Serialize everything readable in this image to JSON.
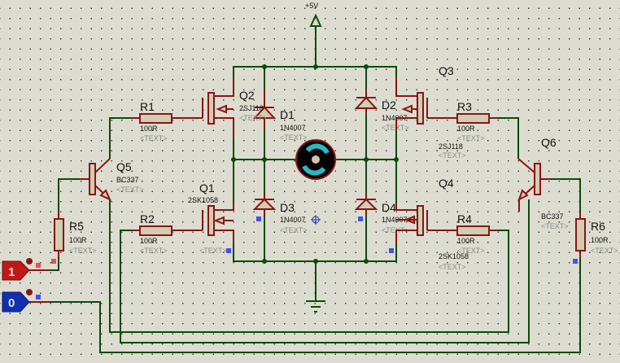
{
  "power": {
    "label": "+5V"
  },
  "motor": {
    "name": "DC motor",
    "colors": {
      "body": "#000000",
      "ring": "#2bb8c4",
      "hub": "#d9c2a8"
    }
  },
  "components": {
    "Q1": {
      "ref": "Q1",
      "value": "2SK1058",
      "text": "<TEXT>"
    },
    "Q2": {
      "ref": "Q2",
      "value": "2SJ118",
      "text": "<TEXT>"
    },
    "Q3": {
      "ref": "Q3",
      "value": "2SJ118",
      "text": "<TEXT>"
    },
    "Q4": {
      "ref": "Q4",
      "value": "2SK1058",
      "text": "<TEXT>"
    },
    "Q5": {
      "ref": "Q5",
      "value": "BC337",
      "text": "<TEXT>"
    },
    "Q6": {
      "ref": "Q6",
      "value": "BC337",
      "text": "<TEXT>"
    },
    "D1": {
      "ref": "D1",
      "value": "1N4007",
      "text": "<TEXT>"
    },
    "D2": {
      "ref": "D2",
      "value": "1N4007",
      "text": "<TEXT>"
    },
    "D3": {
      "ref": "D3",
      "value": "1N4007",
      "text": "<TEXT>"
    },
    "D4": {
      "ref": "D4",
      "value": "1N4007",
      "text": "<TEXT>"
    },
    "R1": {
      "ref": "R1",
      "value": "100R",
      "text": "<TEXT>"
    },
    "R2": {
      "ref": "R2",
      "value": "100R",
      "text": "<TEXT>"
    },
    "R3": {
      "ref": "R3",
      "value": "100R",
      "text": "<TEXT>"
    },
    "R4": {
      "ref": "R4",
      "value": "100R",
      "text": "<TEXT>"
    },
    "R5": {
      "ref": "R5",
      "value": "100R",
      "text": "<TEXT>"
    },
    "R6": {
      "ref": "R6",
      "value": "100R",
      "text": "<TEXT>"
    }
  },
  "inputs": [
    {
      "label": "1",
      "state": "high",
      "color": "#c01818"
    },
    {
      "label": "0",
      "state": "low",
      "color": "#1030b0"
    }
  ],
  "colors": {
    "wire": "#0d4a0d",
    "pin": "#8b1414",
    "background": "#dcdcd0",
    "probe_low": "#4a4ef0",
    "probe_high": "#f04a5a"
  }
}
